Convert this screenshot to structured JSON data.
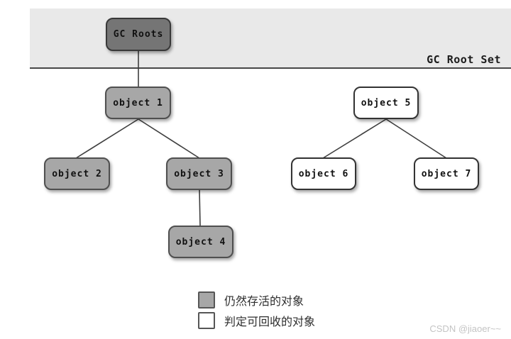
{
  "diagram": {
    "root_set_label": "GC Root Set",
    "nodes": {
      "gc_roots": {
        "label": "GC Roots"
      },
      "object1": {
        "label": "object 1"
      },
      "object2": {
        "label": "object 2"
      },
      "object3": {
        "label": "object 3"
      },
      "object4": {
        "label": "object 4"
      },
      "object5": {
        "label": "object 5"
      },
      "object6": {
        "label": "object 6"
      },
      "object7": {
        "label": "object 7"
      }
    },
    "edges": [
      "gc_roots->object1",
      "object1->object2",
      "object1->object3",
      "object3->object4",
      "object5->object6",
      "object5->object7"
    ],
    "legend": [
      {
        "swatch": "alive",
        "label": "仍然存活的对象"
      },
      {
        "swatch": "recyclable",
        "label": "判定可回收的对象"
      }
    ],
    "watermark": "CSDN @jiaoer~~",
    "colors": {
      "root": "#757575",
      "alive": "#a7a7a7",
      "recyclable": "#ffffff",
      "band": "#e9e9e9"
    }
  }
}
